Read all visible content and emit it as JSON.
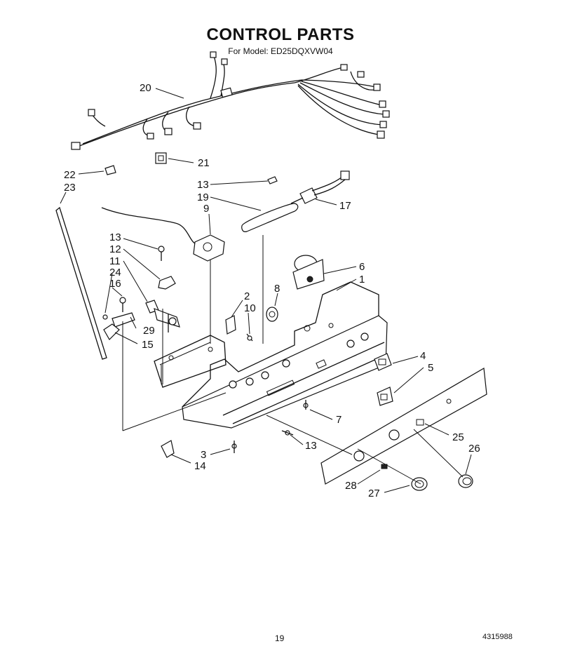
{
  "header": {
    "title": "CONTROL PARTS",
    "subtitle": "For Model: ED25DQXVW04"
  },
  "footer": {
    "page_number": "19",
    "doc_number": "4315988"
  },
  "callouts": {
    "c20": "20",
    "c21": "21",
    "c22": "22",
    "c23": "23",
    "c13a": "13",
    "c19": "19",
    "c17": "17",
    "c9": "9",
    "c13b": "13",
    "c12": "12",
    "c11": "11",
    "c24": "24",
    "c16": "16",
    "c6": "6",
    "c1": "1",
    "c8": "8",
    "c2": "2",
    "c10": "10",
    "c29": "29",
    "c15": "15",
    "c4": "4",
    "c5": "5",
    "c7": "7",
    "c25": "25",
    "c26": "26",
    "c3": "3",
    "c13c": "13",
    "c14": "14",
    "c28": "28",
    "c27": "27"
  }
}
